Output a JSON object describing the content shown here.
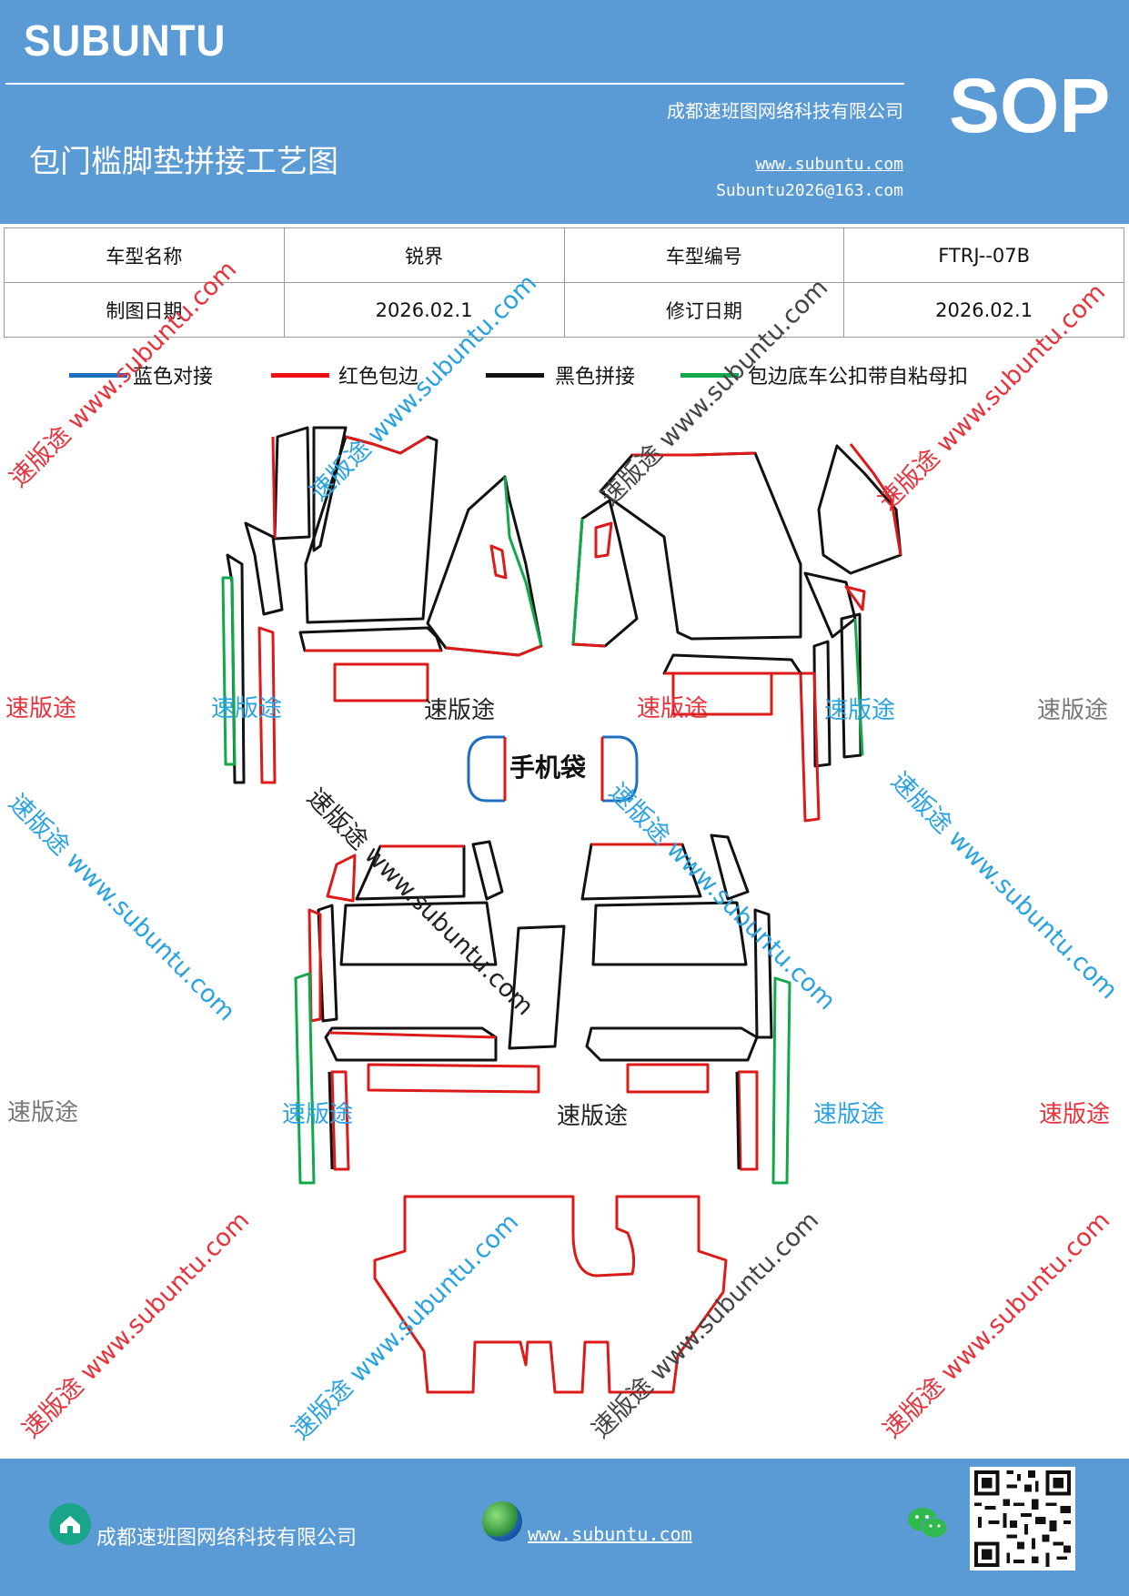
{
  "header": {
    "brand": "SUBUNTU",
    "company": "成都速班图网络科技有限公司",
    "title": "包门槛脚垫拼接工艺图",
    "url": "www.subuntu.com",
    "email": "Subuntu2026@163.com",
    "badge": "SOP"
  },
  "info_table": {
    "row1": [
      "车型名称",
      "锐界",
      "车型编号",
      "FTRJ--07B"
    ],
    "row2": [
      "制图日期",
      "2026.02.1",
      "修订日期",
      "2026.02.1"
    ]
  },
  "legend": [
    {
      "label": "蓝色对接",
      "color": "#1f6fbf"
    },
    {
      "label": "红色包边",
      "color": "#ee1111"
    },
    {
      "label": "黑色拼接",
      "color": "#111111"
    },
    {
      "label": "包边底车公扣带自粘母扣",
      "color": "#11a84a"
    }
  ],
  "drawing": {
    "phone_bag_label": "手机袋"
  },
  "watermarks": {
    "brand_cn": "速版途",
    "brand_url": "速版途 www.subuntu.com",
    "colors": {
      "red": "#e8323c",
      "blue": "#29a3e0",
      "gray": "#777777",
      "black": "#222222"
    }
  },
  "footer": {
    "company": "成都速班图网络科技有限公司",
    "url": "www.subuntu.com",
    "icons": [
      "home-icon",
      "globe-icon",
      "wechat-icon",
      "qr-code"
    ]
  }
}
